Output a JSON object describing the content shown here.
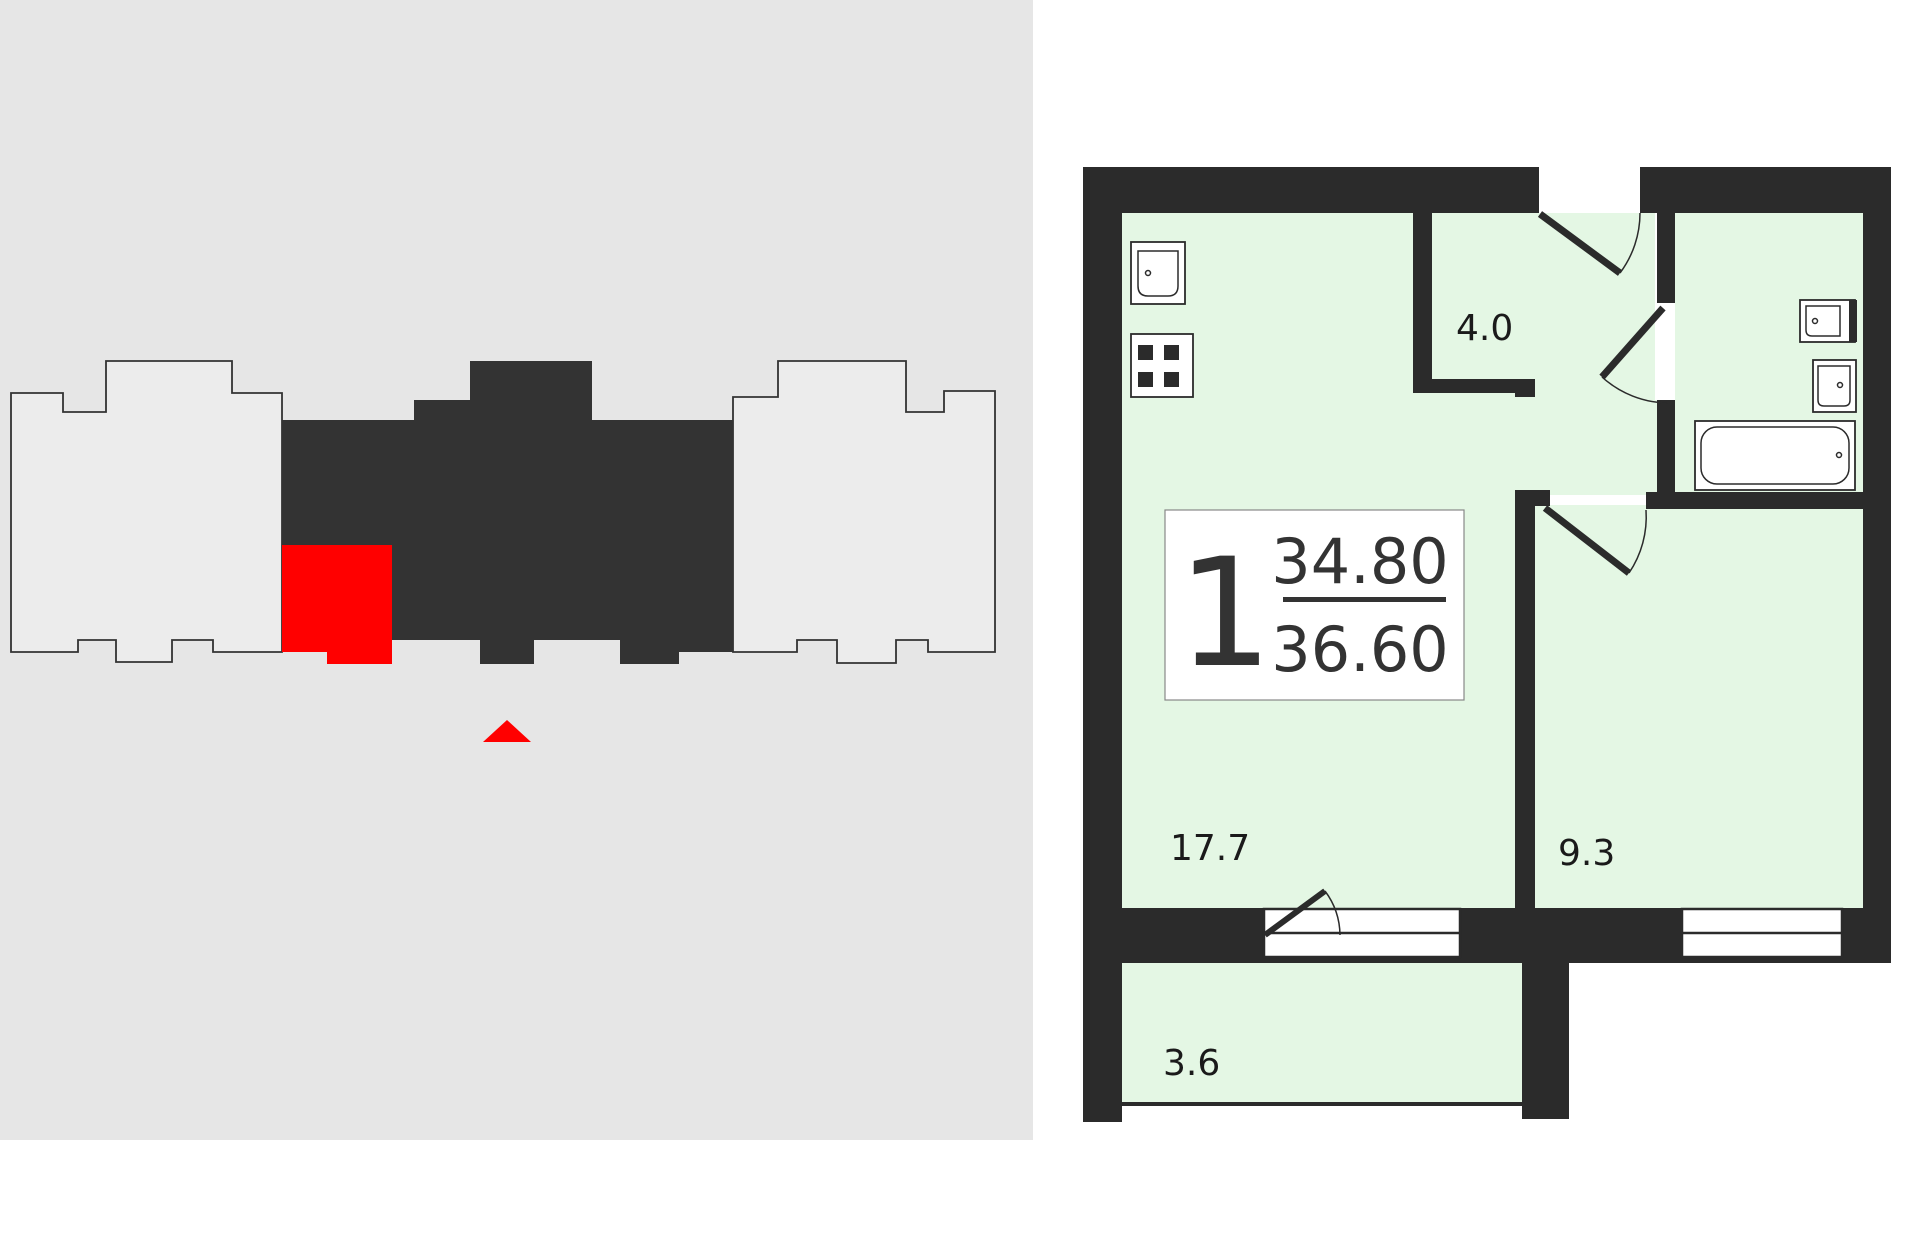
{
  "colors": {
    "site_background": "#e6e6e6",
    "building_section_outline": "#333333",
    "building_section_fill": "#ececec",
    "active_section": "#333333",
    "selected_apartment": "#ff0000",
    "north_marker": "#ff0000",
    "wall": "#2b2b2b",
    "room_fill": "#e4f7e4"
  },
  "plan": {
    "room_count": "1",
    "living_area": "34.80",
    "total_area": "36.60",
    "rooms": [
      {
        "id": "living-room",
        "area": "17.7"
      },
      {
        "id": "hallway",
        "area": "4.0"
      },
      {
        "id": "kitchen",
        "area": "9.3"
      },
      {
        "id": "balcony",
        "area": "3.6"
      }
    ]
  },
  "icons": {
    "sink": "sink-icon",
    "stove": "stove-icon",
    "bathtub": "bathtub-icon",
    "toilet": "toilet-icon",
    "washbasin": "washbasin-icon",
    "orientation": "north-arrow-icon"
  }
}
